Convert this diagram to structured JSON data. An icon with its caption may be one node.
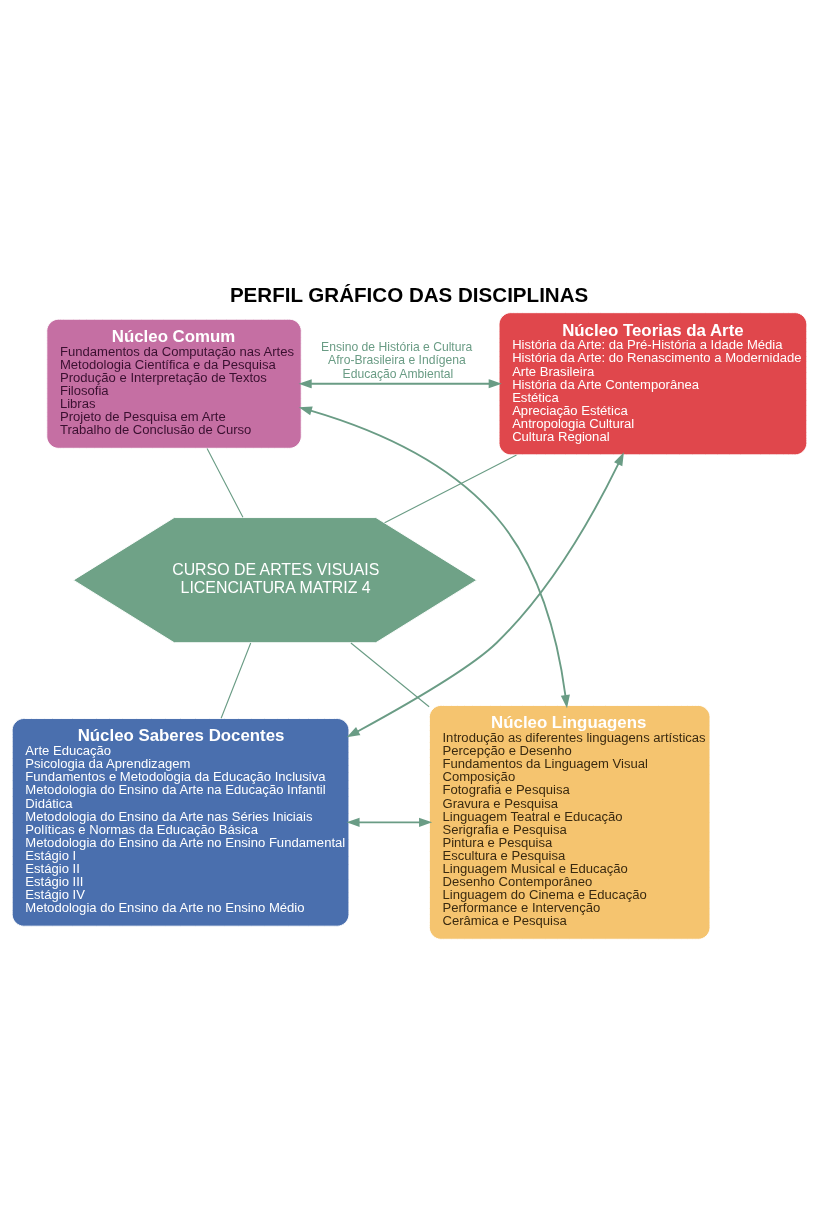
{
  "diagram": {
    "title": "PERFIL GRÁFICO DAS DISCIPLINAS",
    "nodes": [
      {
        "text": [
          "CURSO DE ARTES VISUAIS LICENCIATURA MATRIZ 4"
        ]
      },
      {
        "text": [
          "Núcleo Teorias da Arte",
          "História da Arte: da Pré-História a Idade Média",
          "História da Arte: do Renascimento a Modernidade",
          "Arte Brasileira",
          "História da Arte Contemporânea",
          "Estética",
          "Apreciação Estética",
          "Antropologia Cultural",
          "Cultura Regional"
        ]
      },
      {
        "text": [
          "Núcleo Comum",
          "Fundamentos da Computação nas Artes",
          "Metodologia Científica e da Pesquisa",
          "Produção e Interpretação de Textos",
          "Filosofia",
          "Libras",
          "Projeto de Pesquisa em Arte",
          "Trabalho de Conclusão de Curso"
        ]
      },
      {
        "text": [
          "Núcleo Linguagens",
          "Introdução as diferentes linguagens artísticas",
          "Percepção e Desenho",
          "Fundamentos da Linguagem Visual",
          "Composição",
          "Fotografia e Pesquisa",
          "Gravura e Pesquisa",
          "Linguagem Teatral e Educação",
          "Serigrafia e Pesquisa",
          "Pintura e Pesquisa",
          "Escultura e Pesquisa",
          "Linguagem Musical e Educação",
          "Desenho Contemporâneo",
          "Linguagem do Cinema e Educação",
          "Performance e Intervenção",
          "Cerâmica e Pesquisa"
        ]
      },
      {
        "text": [
          "Núcleo Saberes Docentes",
          "Arte Educação",
          "Psicologia da Aprendizagem",
          "Fundamentos e Metodologia da Educação Inclusiva",
          "Metodologia do Ensino da Arte na Educação Infantil",
          "Didática",
          "Metodologia do Ensino da Arte nas Séries Iniciais",
          "Políticas e Normas da Educação Básica",
          "Metodologia do Ensino da Arte no Ensino Fundamental",
          "Estágio I",
          "Estágio II",
          "Estágio III",
          "Estágio IV",
          "Metodologia do Ensino da Arte no Ensino Médio"
        ]
      }
    ],
    "edges": [
      {
        "from": 0,
        "to": 2,
        "arrow": "none"
      },
      {
        "from": 0,
        "to": 1,
        "arrow": "none"
      },
      {
        "from": 0,
        "to": 3,
        "arrow": "none"
      },
      {
        "from": 0,
        "to": 4,
        "arrow": "none"
      },
      {
        "from": 2,
        "to": 1,
        "arrow": "both",
        "label": "Ensino de História e Cultura Afro-Brasileira e Indígena Educação Ambiental"
      },
      {
        "from": 1,
        "to": 4,
        "arrow": "both"
      },
      {
        "from": 4,
        "to": 3,
        "arrow": "both"
      },
      {
        "from": 3,
        "to": 2,
        "arrow": "both"
      }
    ]
  }
}
